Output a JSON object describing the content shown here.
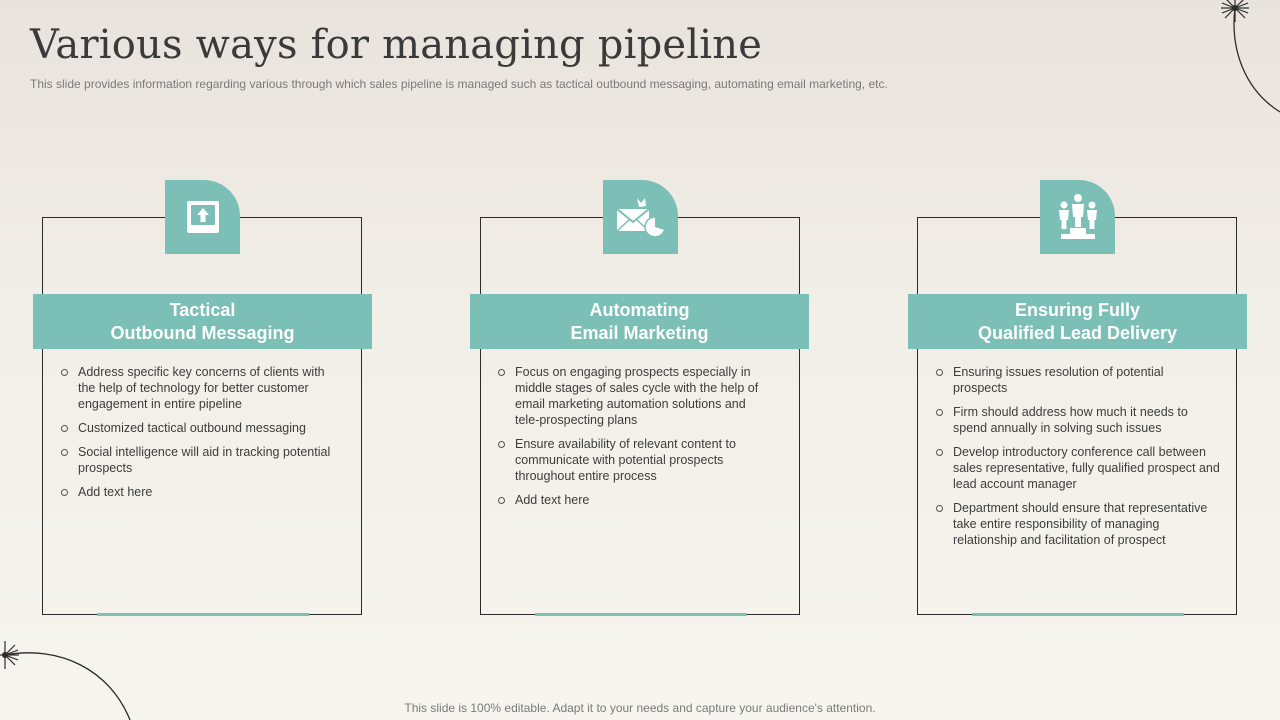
{
  "slide": {
    "title": "Various ways for managing pipeline",
    "subtitle": "This slide provides information regarding various through which sales pipeline is managed such as tactical outbound messaging, automating email marketing, etc.",
    "footer": "This slide is 100% editable. Adapt it to your needs and capture your audience's attention."
  },
  "colors": {
    "accent": "#7bbfb7",
    "border": "#2b2b2b",
    "text": "#3d3d3d"
  },
  "cards": [
    {
      "icon": "upload-tray-icon",
      "heading_line1": "Tactical",
      "heading_line2": "Outbound Messaging",
      "bullets": [
        "Address specific key concerns of clients with the help of technology for better customer engagement  in entire pipeline",
        "Customized tactical outbound messaging",
        "Social intelligence will aid in tracking potential prospects",
        "Add text here"
      ]
    },
    {
      "icon": "email-chart-icon",
      "heading_line1": "Automating",
      "heading_line2": "Email Marketing",
      "bullets": [
        "Focus on engaging prospects especially in middle stages of sales cycle with the help of email marketing automation solutions and tele-prospecting plans",
        "Ensure availability of relevant  content to communicate with potential prospects throughout  entire process",
        "Add text here"
      ]
    },
    {
      "icon": "people-podium-icon",
      "heading_line1": "Ensuring Fully",
      "heading_line2": "Qualified Lead Delivery",
      "bullets": [
        "Ensuring issues resolution of potential prospects",
        "Firm should address how much it needs to spend annually in solving such issues",
        "Develop introductory conference call between sales representative, fully qualified prospect and lead account manager",
        "Department should ensure that representative take entire responsibility of managing relationship and facilitation of prospect"
      ]
    }
  ]
}
